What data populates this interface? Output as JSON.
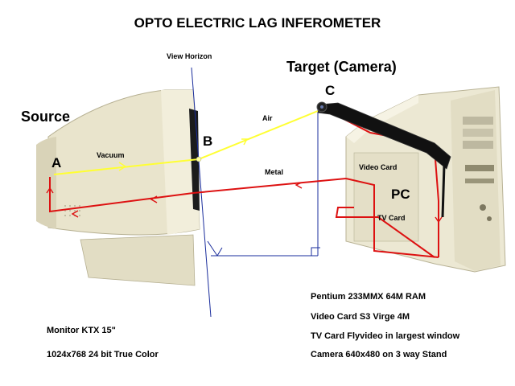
{
  "title": "OPTO ELECTRIC LAG INFEROMETER",
  "labels": {
    "source": "Source",
    "target": "Target (Camera)",
    "view_horizon": "View Horizon",
    "point_a": "A",
    "point_b": "B",
    "point_c": "C",
    "vacuum": "Vacuum",
    "air": "Air",
    "metal": "Metal",
    "video_card": "Video Card",
    "pc": "PC",
    "tv_card": "TV Card"
  },
  "specs": {
    "monitor": "Monitor KTX 15\"",
    "resolution": "1024x768 24 bit True Color",
    "cpu": "Pentium 233MMX 64M RAM",
    "video": "Video Card S3 Virge 4M",
    "tv": "TV Card Flyvideo in largest window",
    "camera": "Camera 640x480 on 3 way Stand"
  },
  "colors": {
    "beam_vacuum_air": "#ffff33",
    "beam_metal": "#dd1111",
    "horizon_lines": "#1a2d9c",
    "monitor_body": "#e9e4cc",
    "pc_case": "#ece8d3",
    "camera": "#111111"
  }
}
